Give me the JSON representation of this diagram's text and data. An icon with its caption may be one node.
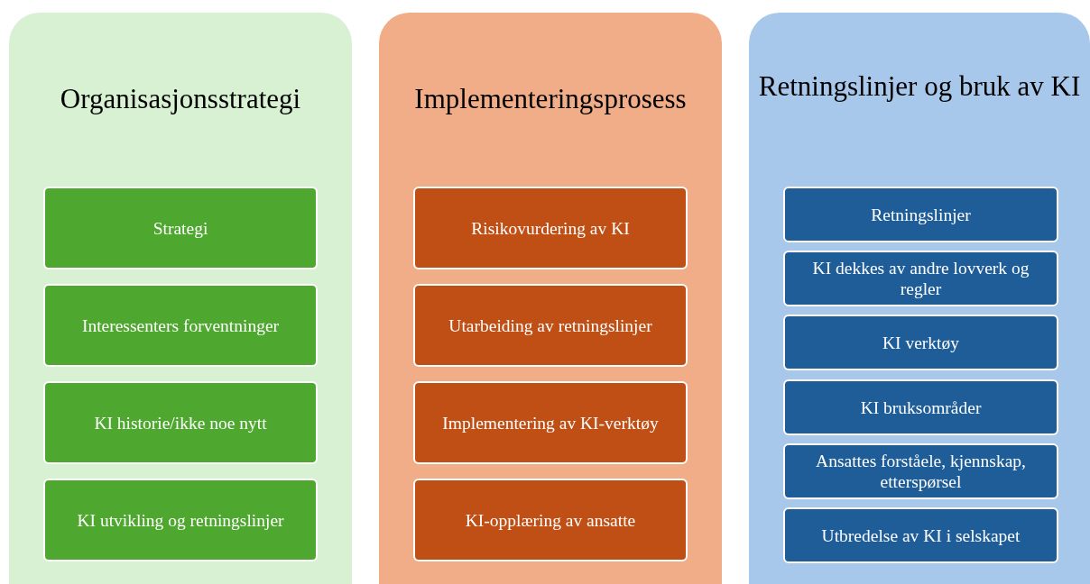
{
  "diagram": {
    "nodes": [
      {
        "text": [
          "Organisasjonsstrategi"
        ]
      },
      {
        "text": [
          "Strategi"
        ],
        "in": 0
      },
      {
        "text": [
          "Interessenters forventninger"
        ],
        "in": 0
      },
      {
        "text": [
          "KI historie/ikke noe nytt"
        ],
        "in": 0
      },
      {
        "text": [
          "KI utvikling og retningslinjer"
        ],
        "in": 0
      },
      {
        "text": [
          "Implementeringsprosess"
        ]
      },
      {
        "text": [
          "Risikovurdering av KI"
        ],
        "in": 5
      },
      {
        "text": [
          "Utarbeiding av retningslinjer"
        ],
        "in": 5
      },
      {
        "text": [
          "Implementering av KI-verktøy"
        ],
        "in": 5
      },
      {
        "text": [
          "KI-opplæring av ansatte"
        ],
        "in": 5
      },
      {
        "text": [
          "Retningslinjer og bruk av KI"
        ]
      },
      {
        "text": [
          "Retningslinjer"
        ],
        "in": 10
      },
      {
        "text": [
          "KI dekkes av andre lovverk og regler"
        ],
        "in": 10
      },
      {
        "text": [
          "KI verktøy"
        ],
        "in": 10
      },
      {
        "text": [
          "KI bruksområder"
        ],
        "in": 10
      },
      {
        "text": [
          "Ansattes forståele, kjennskap, etterspørsel"
        ],
        "in": 10
      },
      {
        "text": [
          "Utbredelse av KI i selskapet"
        ],
        "in": 10
      }
    ]
  }
}
